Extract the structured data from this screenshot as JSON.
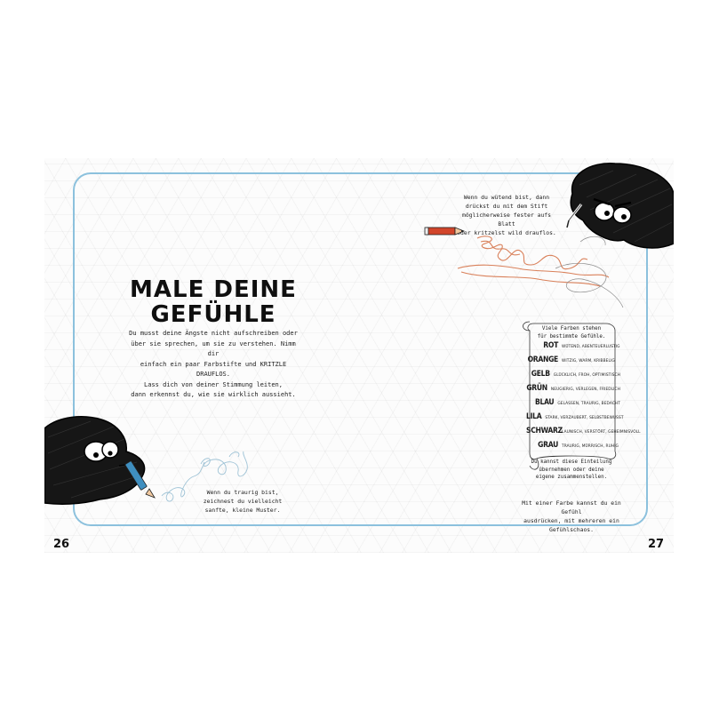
{
  "pages": {
    "left_number": "26",
    "right_number": "27"
  },
  "title": {
    "line1": "MALE DEINE",
    "line2": "GEFÜHLE"
  },
  "intro": [
    "Du musst deine Ängste nicht aufschreiben oder",
    "über sie sprechen, um sie zu verstehen. Nimm dir",
    "einfach ein paar Farbstifte und KRITZLE DRAUFLOS.",
    "Lass dich von deiner Stimmung leiten,",
    "dann erkennst du, wie sie wirklich aussieht."
  ],
  "angry_note": [
    "Wenn du wütend bist, dann",
    "drückst du mit dem Stift",
    "möglicherweise fester aufs Blatt",
    "oder kritzelst wild drauflos."
  ],
  "sad_note": [
    "Wenn du traurig bist,",
    "zeichnest du vielleicht",
    "sanfte, kleine Muster."
  ],
  "scroll": {
    "header": [
      "Viele Farben stehen",
      "für bestimmte Gefühle."
    ],
    "colors": [
      {
        "name": "ROT",
        "desc": "wütend, abenteuerlustig"
      },
      {
        "name": "ORANGE",
        "desc": "witzig, warm, kribbelig"
      },
      {
        "name": "GELB",
        "desc": "glücklich, froh, optimistisch"
      },
      {
        "name": "GRÜN",
        "desc": "neugierig, verlegen, friedlich"
      },
      {
        "name": "BLAU",
        "desc": "gelassen, traurig, bedacht"
      },
      {
        "name": "LILA",
        "desc": "stark, verzaubert, selbstbewusst"
      },
      {
        "name": "SCHWARZ",
        "desc": "launisch, verstört, geheimnisvoll"
      },
      {
        "name": "GRAU",
        "desc": "traurig, mürrisch, ruhig"
      }
    ],
    "footer": [
      "Du kannst diese Einteilung",
      "übernehmen oder deine",
      "eigene zusammenstellen."
    ]
  },
  "bottom_note": [
    "Mit einer Farbe kannst du ein Gefühl",
    "ausdrücken, mit mehreren ein",
    "Gefühlschaos."
  ],
  "colors": {
    "frame": "#8cc1dd",
    "angry_scribble": "#d9805a",
    "sad_scribble": "#9fc3d6",
    "pencil_red": "#d2452b",
    "pencil_blue": "#3f8fc0"
  }
}
